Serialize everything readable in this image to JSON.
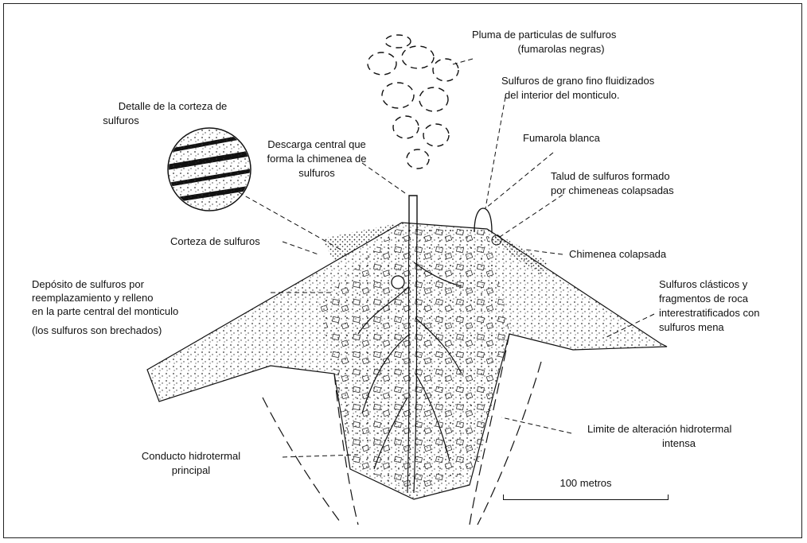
{
  "labels": {
    "plume_l1": "Pluma de particulas de sulfuros",
    "plume_l2": "(fumarolas negras)",
    "fine_l1": "Sulfuros de grano fino fluidizados",
    "fine_l2": "del interior del monticulo.",
    "crust_detail_l1": "Detalle de la corteza de",
    "crust_detail_l2": "sulfuros",
    "central_l1": "Descarga central que",
    "central_l2": "forma la chimenea de",
    "central_l3": "sulfuros",
    "white_smoker": "Fumarola blanca",
    "talus_l1": "Talud de sulfuros formado",
    "talus_l2": "por chimeneas colapsadas",
    "crust": "Corteza de sulfuros",
    "collapsed": "Chimenea colapsada",
    "deposit_l1": "Depósito de sulfuros por",
    "deposit_l2": "reemplazamiento y relleno",
    "deposit_l3": "en la parte central del monticulo",
    "deposit_l4": "(los sulfuros son brechados)",
    "clastic_l1": "Sulfuros clásticos y",
    "clastic_l2": "fragmentos de roca",
    "clastic_l3": "interestratificados con",
    "clastic_l4": "sulfuros mena",
    "conduit_l1": "Conducto hidrotermal",
    "conduit_l2": "principal",
    "limit_l1": "Limite de alteración hidrotermal",
    "limit_l2": "intensa"
  },
  "scale_bar": {
    "label": "100 metros"
  }
}
